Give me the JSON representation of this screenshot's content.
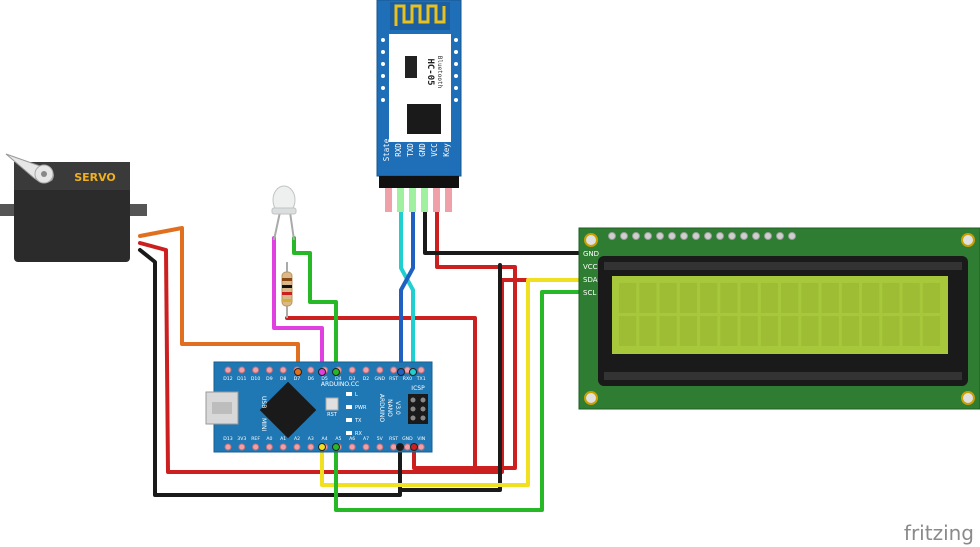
{
  "servo": {
    "label": "SERVO"
  },
  "bluetooth": {
    "model": "HC-05",
    "subtitle": "Bluetooth",
    "pins": [
      "State",
      "RXD",
      "TXD",
      "GND",
      "VCC",
      "Key"
    ]
  },
  "lcd": {
    "pins": [
      "GND",
      "VCC",
      "SDA",
      "SCL"
    ],
    "columns": 16,
    "rows": 2,
    "screen_color": "#a8c83c",
    "board_color": "#2e7d32"
  },
  "arduino": {
    "name": "ARDUINO.CC",
    "model_lines": [
      "ARDUINO",
      "NANO",
      "V3.0"
    ],
    "top_pins": [
      "D12",
      "D11",
      "D10",
      "D9",
      "D8",
      "D7",
      "D6",
      "D5",
      "D4",
      "D3",
      "D2",
      "GND",
      "RST",
      "RX0",
      "TX1"
    ],
    "bottom_pins": [
      "D13",
      "3V3",
      "REF",
      "A0",
      "A1",
      "A2",
      "A3",
      "A4",
      "A5",
      "A6",
      "A7",
      "5V",
      "RST",
      "GND",
      "VIN"
    ],
    "icsp": "ICSP",
    "side_labels": [
      "USB",
      "MINI"
    ],
    "leds": [
      "L",
      "PWR",
      "TX",
      "RX"
    ],
    "rst_label": "RST",
    "board_color": "#1f78b4"
  },
  "brand": {
    "watermark": "fritzing"
  },
  "colors": {
    "red": "#cc1f1f",
    "black": "#1a1a1a",
    "orange": "#e07020",
    "magenta": "#e040e0",
    "green": "#27b827",
    "yellow": "#f0e020",
    "cyan": "#20d0d0",
    "blue": "#2060c0"
  }
}
